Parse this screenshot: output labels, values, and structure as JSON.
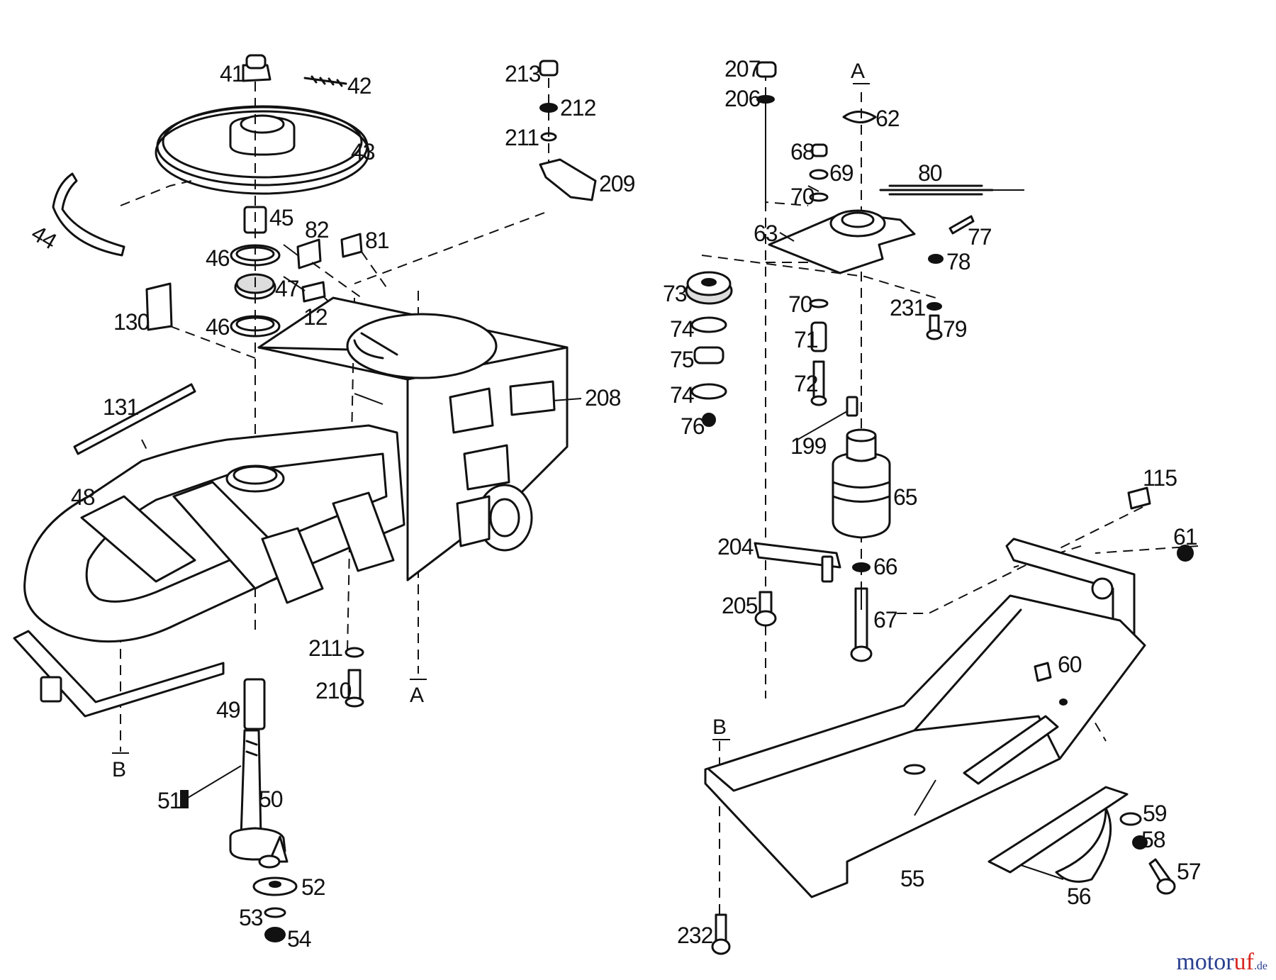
{
  "diagram": {
    "part_labels": [
      "41",
      "42",
      "43",
      "44",
      "45",
      "46",
      "47",
      "46",
      "12",
      "82",
      "81",
      "130",
      "131",
      "48",
      "49",
      "51",
      "50",
      "52",
      "53",
      "54",
      "213",
      "212",
      "211",
      "209",
      "208",
      "211",
      "210",
      "207",
      "206",
      "62",
      "68",
      "69",
      "70",
      "80",
      "63",
      "77",
      "78",
      "73",
      "74",
      "75",
      "74",
      "76",
      "70",
      "71",
      "72",
      "231",
      "79",
      "199",
      "65",
      "204",
      "66",
      "205",
      "67",
      "115",
      "61",
      "60",
      "59",
      "58",
      "57",
      "56",
      "55",
      "232"
    ],
    "section_markers": [
      "A",
      "A",
      "A",
      "B",
      "B"
    ]
  },
  "watermark": {
    "main": "motor",
    "accent": "uf",
    "tld": ".de"
  }
}
